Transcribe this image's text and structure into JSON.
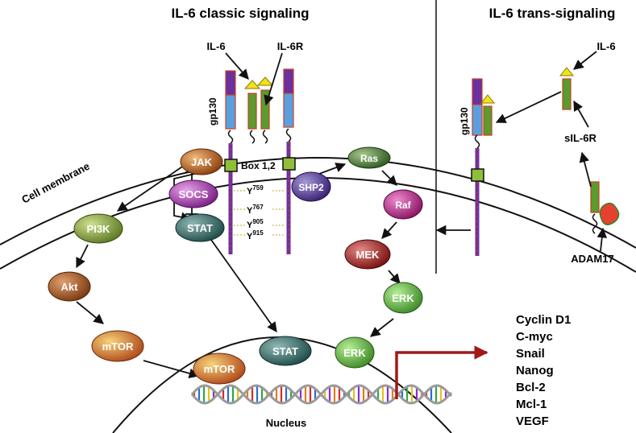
{
  "titles": {
    "classic": "IL-6 classic signaling",
    "trans": "IL-6 trans-signaling"
  },
  "labels": {
    "il6": "IL-6",
    "il6r": "IL-6R",
    "gp130": "gp130",
    "cell_membrane": "Cell membrane",
    "box12": "Box 1,2",
    "y759": "Y",
    "y759_sup": "759",
    "y767": "Y",
    "y767_sup": "767",
    "y905": "Y",
    "y905_sup": "905",
    "y915": "Y",
    "y915_sup": "915",
    "il6_trans": "IL-6",
    "sil6r": "sIL-6R",
    "gp130_trans": "gp130",
    "adam17": "ADAM17",
    "nucleus": "Nucleus"
  },
  "nodes": {
    "jak": "JAK",
    "socs": "SOCS",
    "stat": "STAT",
    "shp2": "SHP2",
    "ras": "Ras",
    "raf": "Raf",
    "mek": "MEK",
    "erk": "ERK",
    "erk_nuc": "ERK",
    "pi3k": "PI3K",
    "akt": "Akt",
    "mtor": "mTOR",
    "mtor_nuc": "mTOR",
    "stat_nuc": "STAT"
  },
  "target_genes": [
    "Cyclin D1",
    "C-myc",
    "Snail",
    "Nanog",
    "Bcl-2",
    "Mcl-1",
    "VEGF"
  ],
  "colors": {
    "arrow": "#111111",
    "gene_arrow": "#a01818",
    "receptor_purple": "#6b2fa0",
    "receptor_blue": "#5aa0e0",
    "receptor_green": "#5a9c2e",
    "ligand_yellow": "#f2e21a",
    "box_green": "#8fbf3a"
  }
}
